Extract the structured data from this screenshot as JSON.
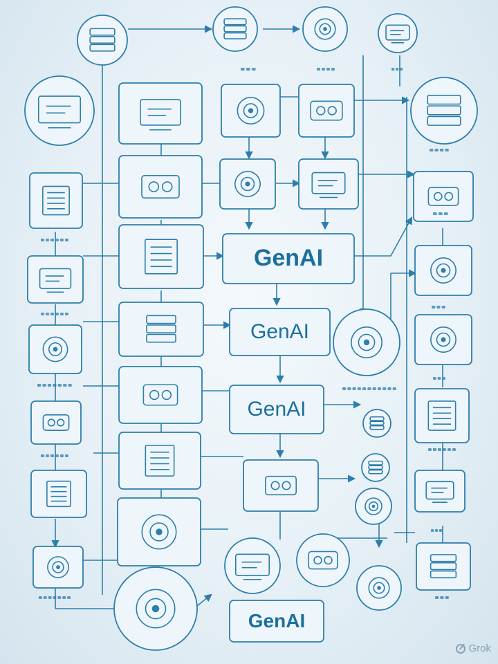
{
  "diagram": {
    "central_label": "GenAI",
    "genai_nodes": [
      "GenAI",
      "GenAI",
      "GenAI",
      "GenAI"
    ],
    "colors": {
      "stroke": "#2d7eaa",
      "box_fill": "#eef6fb",
      "text": "#1d6f9c",
      "background": "#e9f2f8"
    },
    "icons": [
      "server-icon",
      "camera-icon",
      "database-icon",
      "router-icon",
      "factory-icon",
      "monitor-icon",
      "robot-head-icon",
      "chip-icon",
      "machine-icon",
      "card-icon",
      "sensor-icon",
      "printer-icon",
      "document-icon",
      "gear-icon",
      "cloud-icon",
      "device-icon"
    ]
  },
  "watermark": {
    "text": "Grok"
  }
}
